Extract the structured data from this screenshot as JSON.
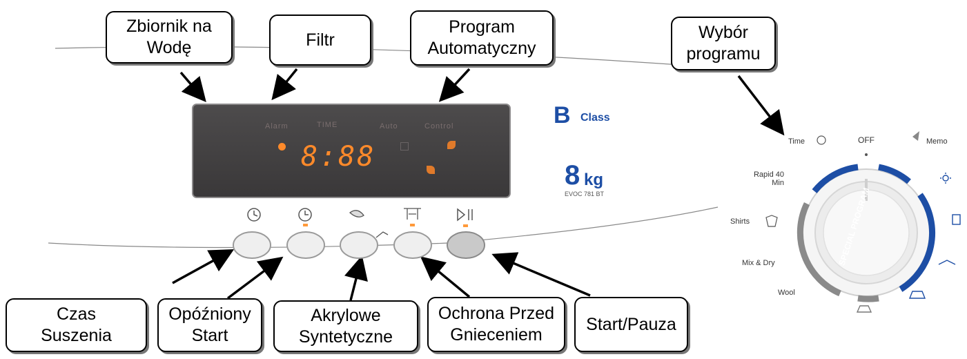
{
  "callouts": {
    "tank": [
      "Zbiornik na",
      "Wodę"
    ],
    "filter": [
      "Filtr"
    ],
    "auto": [
      "Program",
      "Automatyczny"
    ],
    "selector": [
      "Wybór",
      "programu"
    ],
    "dry_time": [
      "Czas",
      "Suszenia"
    ],
    "delay": [
      "Opóźniony",
      "Start"
    ],
    "synthetic": [
      "Akrylowe",
      "Syntetyczne"
    ],
    "anticrease": [
      "Ochrona Przed",
      "Gnieceniem"
    ],
    "start": [
      "Start/Pauza"
    ]
  },
  "panel": {
    "labels": [
      "Alarm",
      "TIME",
      "Auto",
      "Control"
    ],
    "display": "8:88"
  },
  "brand": {
    "energy_letter": "B",
    "energy_word": "Class",
    "capacity_num": "8",
    "capacity_unit": "kg",
    "model": "EVOC 781 BT"
  },
  "dial": {
    "off": "OFF",
    "auto_program": "AUTO PROGRAM",
    "special_program": "SPECIAL PROGRAM",
    "left_labels": [
      "Time",
      "Rapid 40 Min",
      "Shirts",
      "Mix & Dry",
      "Wool"
    ],
    "right_labels": [
      "Memo"
    ]
  },
  "icons": {
    "button_icons": [
      "clock-icon",
      "delay-clock-icon",
      "synthetic-icon",
      "anti-crease-icon",
      "play-pause-icon"
    ],
    "accent": "#1d4ea5",
    "display": "#ff8a2a"
  }
}
